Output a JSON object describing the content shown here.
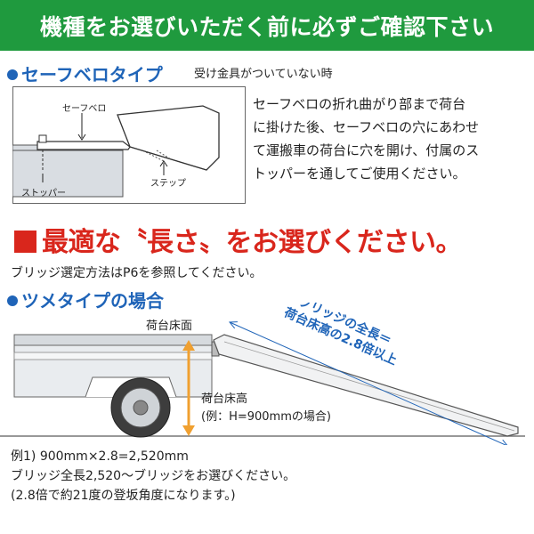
{
  "header": {
    "title": "機種をお選びいただく前に必ずご確認下さい"
  },
  "safe_bero": {
    "heading": "セーフベロタイプ",
    "subheading": "受け金具がついていない時",
    "labels": {
      "safe_bero": "セーフベロ",
      "stopper": "ストッパー",
      "step": "ステップ"
    },
    "description": [
      "セーフベロの折れ曲がり部まで荷台",
      "に掛けた後、セーフベロの穴にあわせ",
      "て運搬車の荷台に穴を開け、付属のス",
      "トッパーを通してご使用ください。"
    ]
  },
  "length_section": {
    "title": "最適な〝長さ〟をお選びください。",
    "reference": "ブリッジ選定方法はP6を参照してください。"
  },
  "tsume": {
    "heading": "ツメタイプの場合",
    "labels": {
      "deck_surface": "荷台床面",
      "deck_height": "荷台床高",
      "example_h": "(例：H=900mmの場合)",
      "bridge_length_line1": "ブリッジの全長＝",
      "bridge_length_line2": "荷台床高の2.8倍以上"
    }
  },
  "example": {
    "lines": [
      "例1) 900mm×2.8=2,520mm",
      "ブリッジ全長2,520～ブリッジをお選びください。",
      "(2.8倍で約21度の登坂角度になります。)"
    ]
  },
  "colors": {
    "banner": "#1f9a3e",
    "heading_blue": "#1f64b8",
    "title_red": "#d9261c",
    "arrow_orange": "#f0a030"
  }
}
